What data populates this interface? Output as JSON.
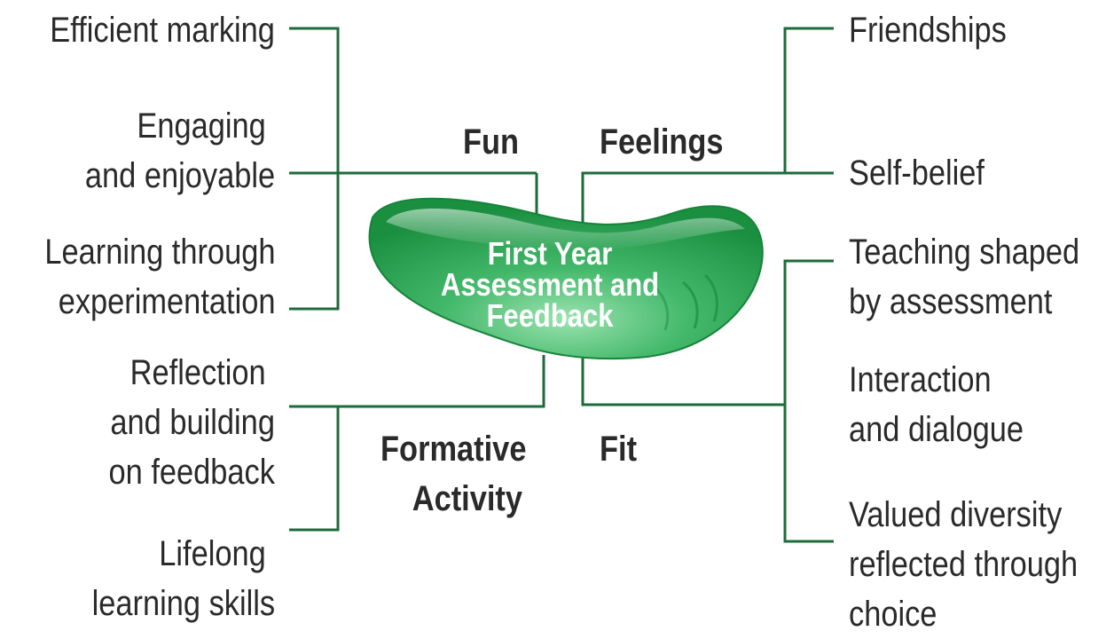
{
  "center": {
    "lines": [
      "First Year",
      "Assessment and",
      "Feedback"
    ]
  },
  "categories": {
    "fun": "Fun",
    "feelings": "Feelings",
    "formative": [
      "Formative",
      "Activity"
    ],
    "fit": "Fit"
  },
  "left_items": {
    "efficient_marking": [
      "Efficient marking"
    ],
    "engaging": [
      "Engaging",
      "and enjoyable"
    ],
    "learning_experimentation": [
      "Learning through",
      "experimentation"
    ],
    "reflection": [
      "Reflection",
      "and building",
      "on feedback"
    ],
    "lifelong": [
      "Lifelong",
      "learning skills"
    ]
  },
  "right_items": {
    "friendships": [
      "Friendships"
    ],
    "self_belief": [
      "Self-belief"
    ],
    "teaching_shaped": [
      "Teaching shaped",
      "by assessment"
    ],
    "interaction": [
      "Interaction",
      "and dialogue"
    ],
    "valued_diversity": [
      "Valued diversity",
      "reflected through",
      "choice"
    ]
  },
  "colors": {
    "line": "#1d6b3a",
    "bean_dark": "#1e9a48",
    "bean_light": "#7fd89a",
    "text": "#2a2a2a"
  }
}
